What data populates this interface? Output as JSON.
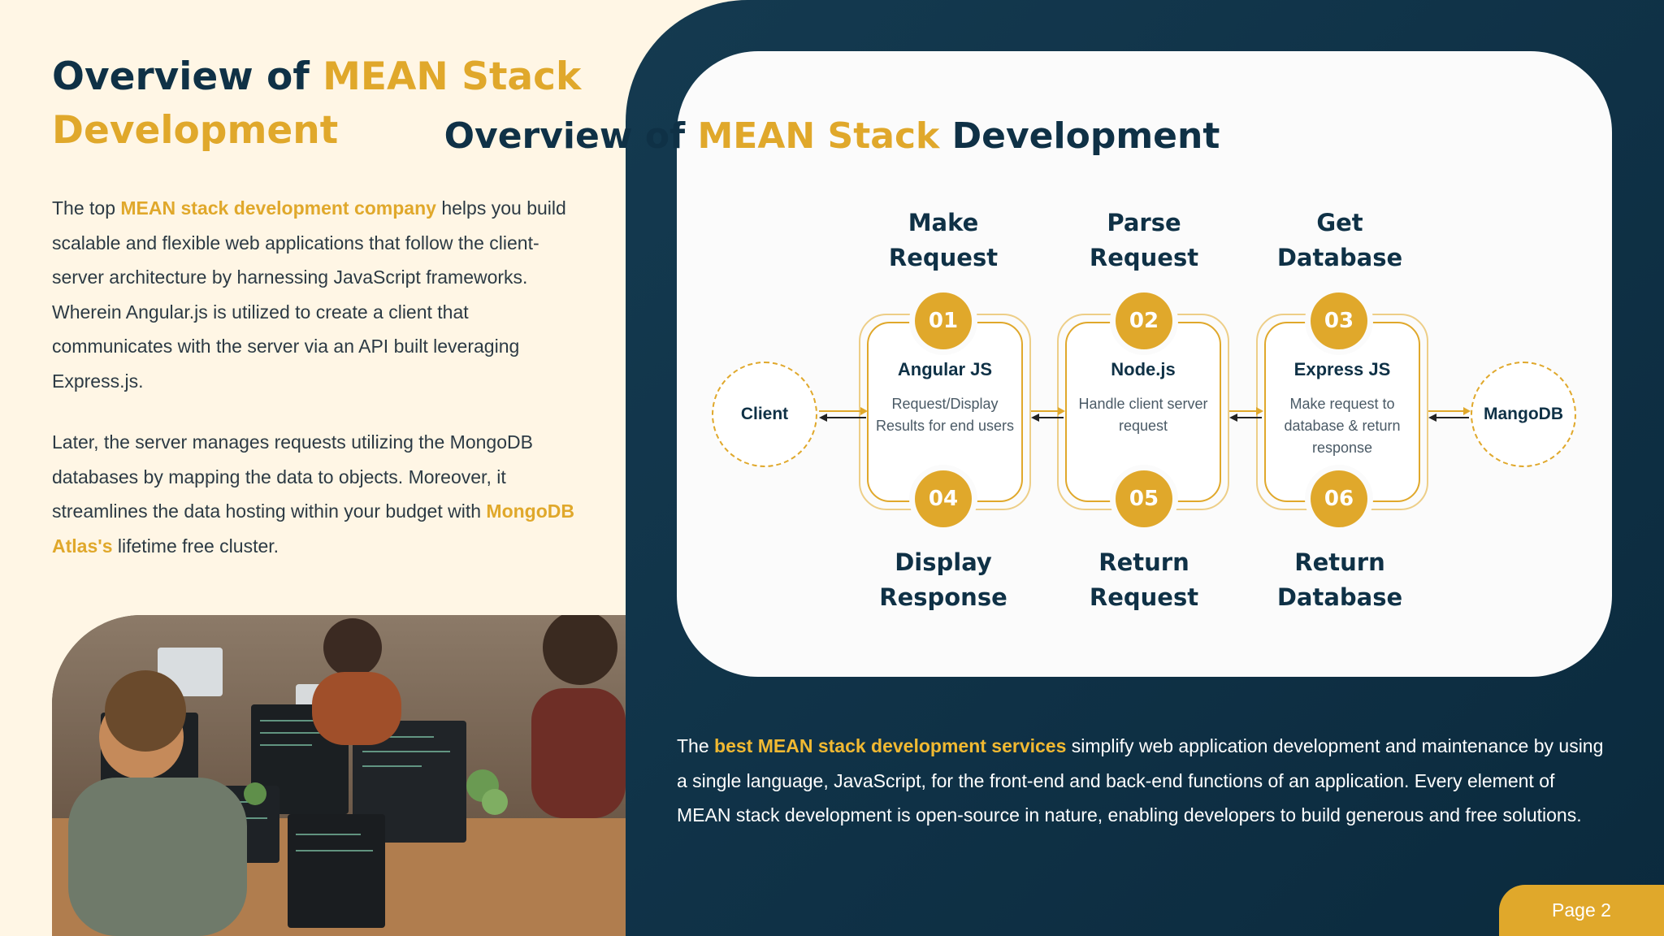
{
  "left": {
    "heading": {
      "part1": "Overview of ",
      "part2": "MEAN Stack Development"
    },
    "para1": {
      "before": "The top ",
      "highlight": "MEAN stack development company",
      "after": " helps you build scalable and flexible web applications that follow the client-server architecture by harnessing JavaScript frameworks. Wherein Angular.js is utilized to create a client that communicates with the server via an API built leveraging Express.js."
    },
    "para2": {
      "before": "Later, the server manages requests utilizing the MongoDB databases by mapping the data to objects. Moreover, it streamlines the data hosting within your budget with ",
      "highlight": "MongoDB Atlas's",
      "after": " lifetime free cluster."
    }
  },
  "diagram": {
    "title": {
      "part1": "Overview of ",
      "part2": "MEAN Stack",
      "part3": " Development"
    },
    "top_labels": [
      {
        "line1": "Make",
        "line2": "Request"
      },
      {
        "line1": "Parse",
        "line2": "Request"
      },
      {
        "line1": "Get",
        "line2": "Database"
      }
    ],
    "bottom_labels": [
      {
        "line1": "Display",
        "line2": "Response"
      },
      {
        "line1": "Return",
        "line2": "Request"
      },
      {
        "line1": "Return",
        "line2": "Database"
      }
    ],
    "badges": [
      "01",
      "02",
      "03",
      "04",
      "05",
      "06"
    ],
    "boxes": [
      {
        "title": "Angular JS",
        "desc": "Request/Display Results for end users"
      },
      {
        "title": "Node.js",
        "desc": "Handle client server request"
      },
      {
        "title": "Express JS",
        "desc": "Make request to database & return response"
      }
    ],
    "client": "Client",
    "database": "MangoDB"
  },
  "bottom": {
    "before": "The ",
    "highlight": "best MEAN stack development services",
    "after": " simplify web application development and maintenance by using a single language, JavaScript, for the front-end and back-end functions of an application. Every element of MEAN stack development is open-source in nature, enabling developers to build generous and free solutions."
  },
  "page_label": "Page 2",
  "colors": {
    "accent": "#e0a82b",
    "navy": "#0f3146",
    "cream": "#fff6e5"
  }
}
